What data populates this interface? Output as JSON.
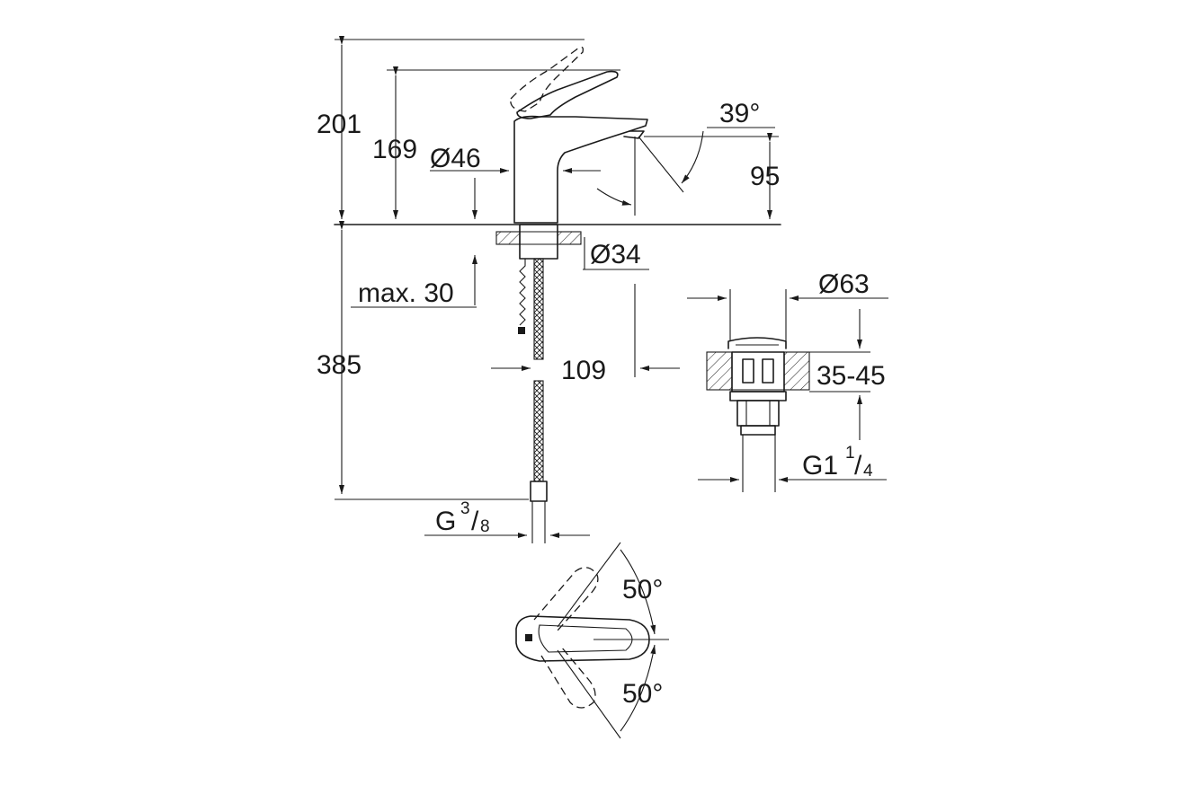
{
  "dimensions": {
    "height_total": "201",
    "height_spout": "169",
    "diameter_body": "Ø46",
    "spout_angle": "39°",
    "spout_height": "95",
    "hole_diameter": "Ø34",
    "max_thickness": "max. 30",
    "hose_length": "385",
    "projection": "109",
    "waste_diameter": "Ø63",
    "waste_range": "35-45",
    "waste_thread_main": "G1",
    "waste_thread_num": "1",
    "waste_thread_den": "4",
    "supply_thread_main": "G",
    "supply_thread_num": "3",
    "supply_thread_den": "8",
    "lever_angle_left": "50°",
    "lever_angle_right": "50°"
  }
}
